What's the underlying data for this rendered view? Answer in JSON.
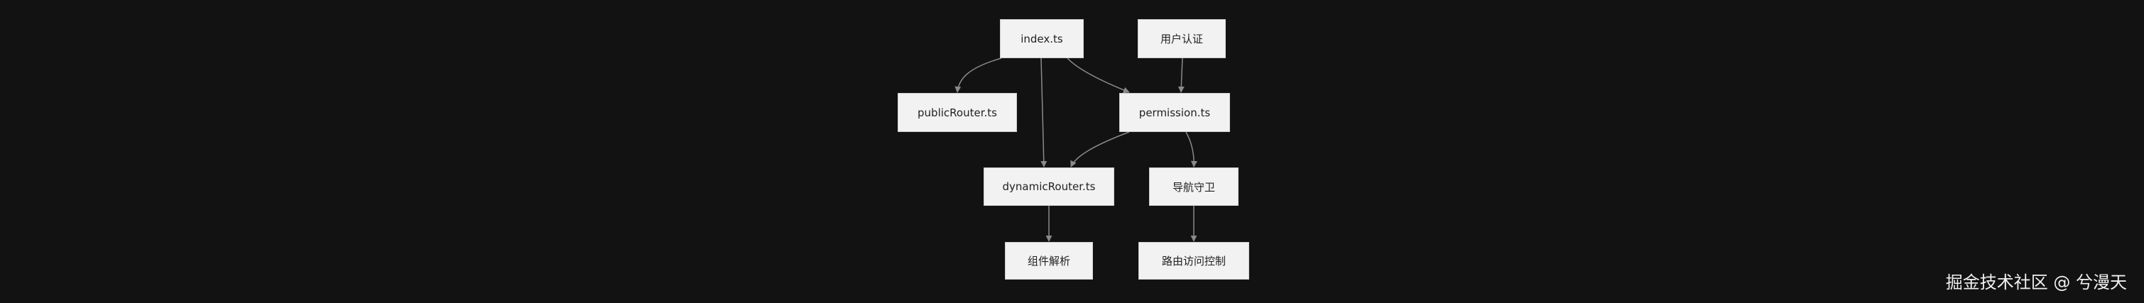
{
  "diagram": {
    "nodes": [
      {
        "id": "index",
        "label": "index.ts"
      },
      {
        "id": "auth",
        "label": "用户认证"
      },
      {
        "id": "publicRouter",
        "label": "publicRouter.ts"
      },
      {
        "id": "permission",
        "label": "permission.ts"
      },
      {
        "id": "dynamicRouter",
        "label": "dynamicRouter.ts"
      },
      {
        "id": "guard",
        "label": "导航守卫"
      },
      {
        "id": "components",
        "label": "组件解析"
      },
      {
        "id": "access",
        "label": "路由访问控制"
      }
    ],
    "edges": [
      {
        "from": "index",
        "to": "publicRouter"
      },
      {
        "from": "index",
        "to": "dynamicRouter"
      },
      {
        "from": "index",
        "to": "permission"
      },
      {
        "from": "auth",
        "to": "permission"
      },
      {
        "from": "permission",
        "to": "dynamicRouter"
      },
      {
        "from": "permission",
        "to": "guard"
      },
      {
        "from": "dynamicRouter",
        "to": "components"
      },
      {
        "from": "guard",
        "to": "access"
      }
    ]
  },
  "watermark": "掘金技术社区 @ 兮漫天",
  "colors": {
    "background": "#121212",
    "node_fill": "#f2f2f2",
    "node_border": "#cfcfcf",
    "edge": "#8a8a8a"
  }
}
